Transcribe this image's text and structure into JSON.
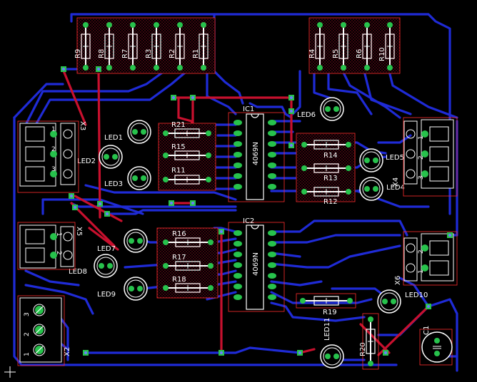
{
  "board": {
    "colors": {
      "background": "#000000",
      "bottom_trace": "#1f2bd6",
      "top_trace": "#c8102e",
      "pad": "#27c24c",
      "silkscreen": "#ffffff",
      "outline": "#ff2d2d"
    }
  },
  "resistors_top_left": [
    "R9",
    "R8",
    "R7",
    "R3",
    "R2",
    "R1"
  ],
  "resistors_top_right": [
    "R4",
    "R5",
    "R6",
    "R10"
  ],
  "resistors_mid_left": [
    "R21",
    "R15",
    "R11"
  ],
  "resistors_mid_right": [
    "R14",
    "R13",
    "R12"
  ],
  "resistors_low_left": [
    "R16",
    "R17",
    "R18"
  ],
  "resistor_r19": "R19",
  "resistor_r20": "R20",
  "ic1": {
    "name": "IC1",
    "part": "4069N"
  },
  "ic2": {
    "name": "IC2",
    "part": "4069N"
  },
  "leds": {
    "led1": "LED1",
    "led2": "LED2",
    "led3": "LED3",
    "led4": "LED4",
    "led5": "LED5",
    "led6": "LED6",
    "led7": "LED7",
    "led8": "LED8",
    "led9": "LED9",
    "led10": "LED10",
    "led11": "LED11"
  },
  "connectors": {
    "x3": "X3",
    "x4": "X4",
    "x5": "X5",
    "x6": "X6",
    "x2": "X2",
    "pin_1": "1",
    "pin_2": "2",
    "pin_3": "3"
  },
  "capacitor": "C1"
}
